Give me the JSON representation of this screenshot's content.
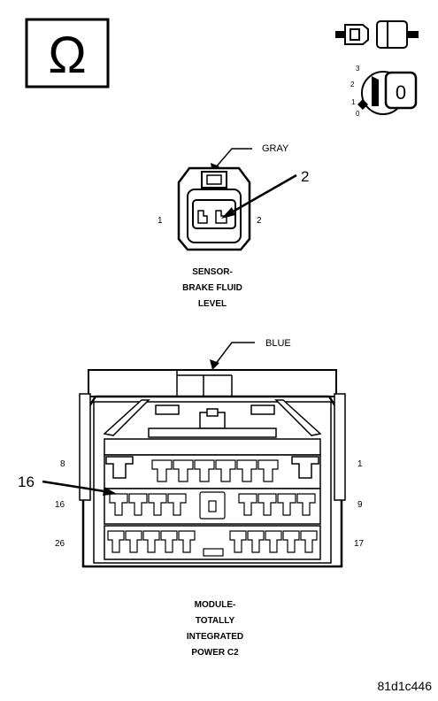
{
  "ohm_symbol": "Ω",
  "ignition": {
    "positions": [
      "3",
      "2",
      "1",
      "0"
    ],
    "key_label": "0"
  },
  "sensor_connector": {
    "color_label": "GRAY",
    "callout": "2",
    "pin_left": "1",
    "pin_right": "2",
    "caption": [
      "SENSOR-",
      "BRAKE FLUID",
      "LEVEL"
    ]
  },
  "module_connector": {
    "color_label": "BLUE",
    "callout": "16",
    "row_labels_left": [
      "8",
      "16",
      "26"
    ],
    "row_labels_right": [
      "1",
      "9",
      "17"
    ],
    "caption": [
      "MODULE-",
      "TOTALLY",
      "INTEGRATED",
      "POWER C2"
    ]
  },
  "figure_id": "81d1c446"
}
